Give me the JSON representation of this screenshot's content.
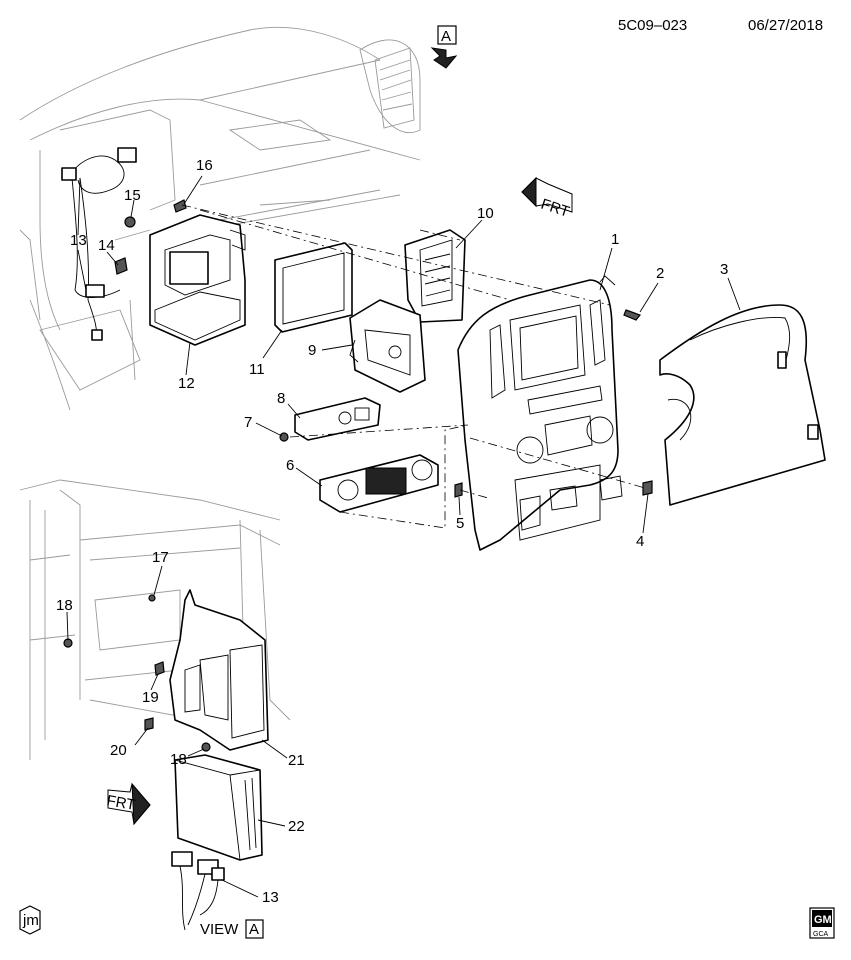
{
  "header": {
    "code": "5C09–023",
    "date": "06/27/2018"
  },
  "view_marker": {
    "letter": "A"
  },
  "frt_upper": "FRT",
  "frt_lower": "FRT",
  "view_label": {
    "text": "VIEW",
    "letter": "A"
  },
  "corner_logo": "jm",
  "brand": {
    "top": "GM",
    "bottom": "GCA"
  },
  "callouts": [
    "1",
    "2",
    "3",
    "4",
    "5",
    "6",
    "7",
    "8",
    "9",
    "10",
    "11",
    "12",
    "13",
    "14",
    "15",
    "16",
    "17",
    "18",
    "18",
    "19",
    "20",
    "21",
    "22",
    "13"
  ]
}
